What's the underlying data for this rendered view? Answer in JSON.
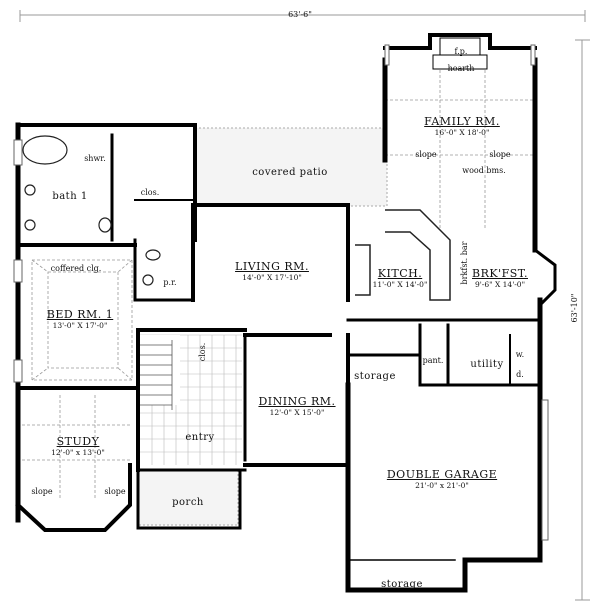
{
  "dimensions": {
    "overall_width": "63'-6\"",
    "overall_depth": "63'-10\""
  },
  "rooms": {
    "family": {
      "name": "FAMILY RM.",
      "size": "16'-0\" X 18'-0\""
    },
    "living": {
      "name": "LIVING RM.",
      "size": "14'-0\" X 17'-10\""
    },
    "kitchen": {
      "name": "KITCH.",
      "size": "11'-0\" X 14'-0\""
    },
    "breakfast": {
      "name": "BRK'FST.",
      "size": "9'-6\" X 14'-0\""
    },
    "bedroom1": {
      "name": "BED RM. 1",
      "size": "13'-0\" X 17'-0\""
    },
    "dining": {
      "name": "DINING RM.",
      "size": "12'-0\" X 15'-0\""
    },
    "study": {
      "name": "STUDY",
      "size": "12'-0\" x 13'-0\""
    },
    "garage": {
      "name": "DOUBLE GARAGE",
      "size": "21'-0\" x 21'-0\""
    }
  },
  "labels": {
    "fireplace": "f.p.",
    "hearth": "hearth",
    "slope": "slope",
    "wood_beams": "wood bms.",
    "covered_patio": "covered patio",
    "bath1": "bath 1",
    "shower": "shwr.",
    "closet": "clos.",
    "coffered_ceiling": "coffered clg.",
    "powder_room": "p.r.",
    "breakfast_bar": "brkfst. bar",
    "pantry": "pant.",
    "utility": "utility",
    "washer": "w.",
    "dryer": "d.",
    "storage": "storage",
    "entry": "entry",
    "porch": "porch"
  }
}
